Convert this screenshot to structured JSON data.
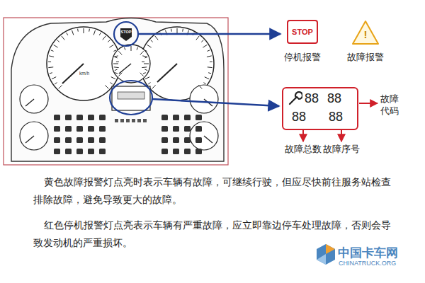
{
  "diagram": {
    "nodes": [
      {
        "text": [
          "STOP",
          "停机报警"
        ]
      },
      {
        "text": [
          "!",
          "故障报警"
        ]
      },
      {
        "text": [
          "88",
          "88",
          "88",
          "88"
        ]
      }
    ],
    "labels": [
      "STOP",
      "km/h",
      "故障代码",
      "故障总数",
      "故障序号",
      "黄色故障报警灯点亮时表示车辆有故障，可继续行驶，但应尽快前往服务站检查排除故障，避免导致更大的故障。",
      "红色停机报警灯点亮表示车辆有严重故障，应立即靠边停车处理故障，否则会导致发动机的严重损坏。",
      "中国卡车网",
      "CHINATRUCK.ORG"
    ]
  }
}
